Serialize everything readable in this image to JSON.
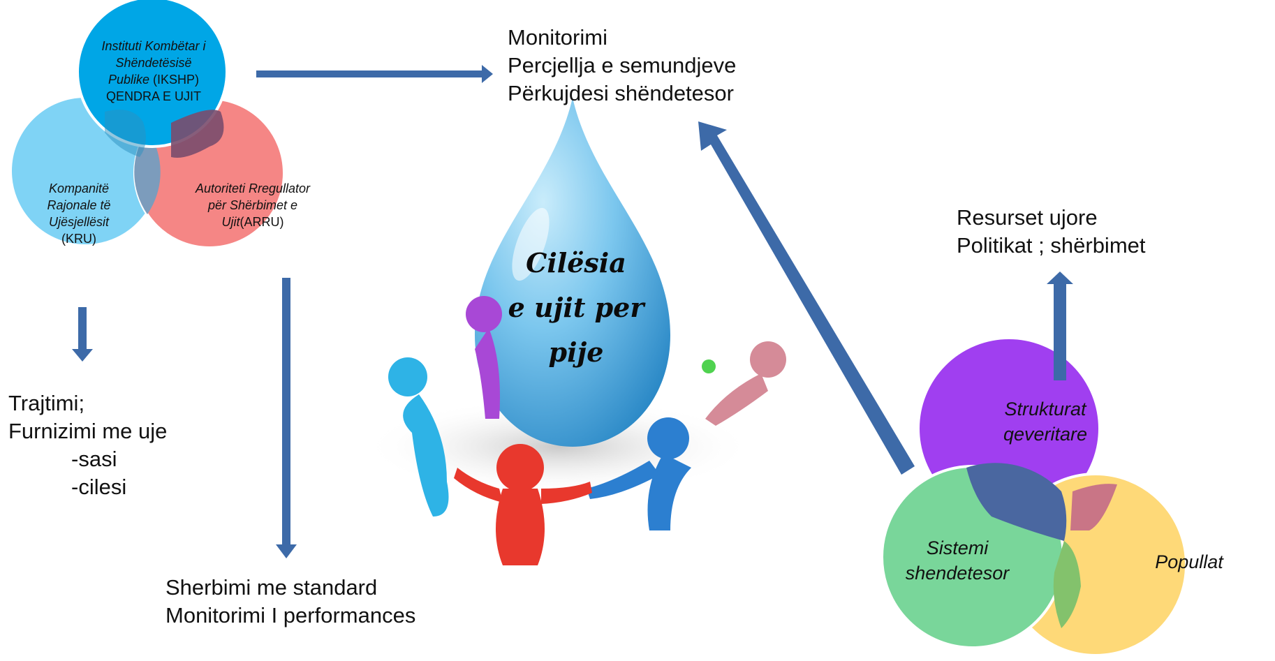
{
  "left_venn": {
    "top_circle": {
      "italic": "Instituti Kombëtar i Shëndetësisë Publike",
      "suffix": " (IKSHP)",
      "line2": "QENDRA E UJIT"
    },
    "left_circle": {
      "italic": "Kompanitë Rajonale të Ujësjellësit",
      "suffix": "(KRU)"
    },
    "right_circle": {
      "italic": "Autoriteti Rregullator për Shërbimet e Ujit",
      "suffix": "(ARRU)"
    }
  },
  "top_text": {
    "lines": [
      "Monitorimi",
      "Percjellja e semundjeve",
      "Përkujdesi shëndetesor"
    ]
  },
  "left_bottom_text": {
    "lines": [
      "Trajtimi;",
      "Furnizimi me uje",
      "-sasi",
      "-cilesi"
    ]
  },
  "bottom_center_text": {
    "lines": [
      "Sherbimi me standard",
      "Monitorimi I performances"
    ]
  },
  "drop_title": {
    "lines": [
      "Cilësia",
      "e ujit per",
      "pije"
    ]
  },
  "right_top_text": {
    "lines": [
      "Resurset ujore",
      "Politikat ; shërbimet"
    ]
  },
  "right_venn": {
    "top": "Strukturat qeveritare",
    "left": "Sistemi shendetesor",
    "right": "Popullat"
  },
  "colors": {
    "ikshp": "#00a6e6",
    "kru": "#7fd3f5",
    "arru": "#f47f7e",
    "arrow": "#3d6aa8",
    "qeveritare": "#a03ff0",
    "sistemi": "#79d69a",
    "popullat": "#fed978"
  }
}
